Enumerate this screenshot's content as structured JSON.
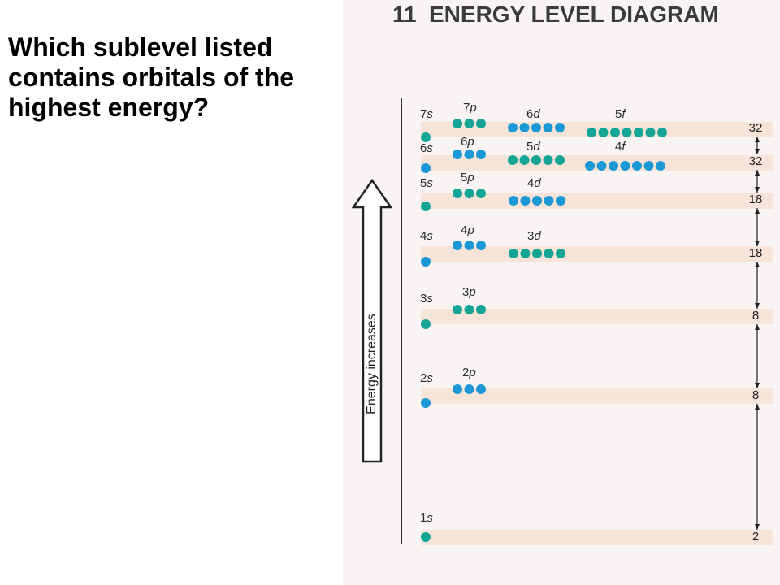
{
  "question": {
    "lines": [
      "Which sublevel listed",
      "contains orbitals of the",
      "highest energy?"
    ]
  },
  "diagram": {
    "section_number": "11",
    "title": "ENERGY LEVEL DIAGRAM",
    "axis_label": "Energy increases",
    "colors": {
      "teal": "#15a596",
      "blue": "#1d98d6",
      "band": "#f5e4d7",
      "page": "#f7f4f3"
    },
    "sublevels": [
      {
        "label": "7s",
        "orbitals": 1,
        "color": "teal"
      },
      {
        "label": "7p",
        "orbitals": 3,
        "color": "teal"
      },
      {
        "label": "6d",
        "orbitals": 5,
        "color": "blue"
      },
      {
        "label": "5f",
        "orbitals": 7,
        "color": "teal"
      },
      {
        "label": "6s",
        "orbitals": 1,
        "color": "blue"
      },
      {
        "label": "6p",
        "orbitals": 3,
        "color": "blue"
      },
      {
        "label": "5d",
        "orbitals": 5,
        "color": "teal"
      },
      {
        "label": "4f",
        "orbitals": 7,
        "color": "blue"
      },
      {
        "label": "5s",
        "orbitals": 1,
        "color": "teal"
      },
      {
        "label": "5p",
        "orbitals": 3,
        "color": "teal"
      },
      {
        "label": "4d",
        "orbitals": 5,
        "color": "blue"
      },
      {
        "label": "4s",
        "orbitals": 1,
        "color": "blue"
      },
      {
        "label": "4p",
        "orbitals": 3,
        "color": "blue"
      },
      {
        "label": "3d",
        "orbitals": 5,
        "color": "teal"
      },
      {
        "label": "3s",
        "orbitals": 1,
        "color": "teal"
      },
      {
        "label": "3p",
        "orbitals": 3,
        "color": "teal"
      },
      {
        "label": "2s",
        "orbitals": 1,
        "color": "blue"
      },
      {
        "label": "2p",
        "orbitals": 3,
        "color": "blue"
      },
      {
        "label": "1s",
        "orbitals": 1,
        "color": "teal"
      }
    ],
    "capacities": [
      32,
      32,
      18,
      18,
      8,
      8,
      2
    ]
  }
}
